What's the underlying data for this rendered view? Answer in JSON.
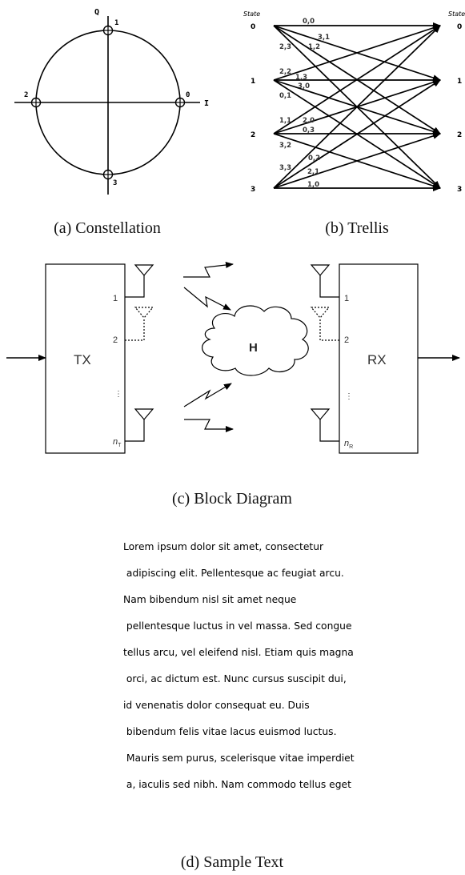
{
  "figure": {
    "constellation": {
      "axis_q": "Q",
      "axis_i": "I",
      "points": [
        "1",
        "2",
        "0",
        "3"
      ],
      "caption": "(a) Constellation"
    },
    "trellis": {
      "state_header": "State",
      "states": [
        "0",
        "1",
        "2",
        "3"
      ],
      "labels": [
        "0,0",
        "3,1",
        "2,3",
        "1,2",
        "2,2",
        "1,3",
        "3,0",
        "0,1",
        "1,1",
        "2,0",
        "0,3",
        "3,2",
        "0,2",
        "3,3",
        "2,1",
        "1,0"
      ],
      "caption": "(b) Trellis"
    },
    "block_diagram": {
      "tx_label": "TX",
      "rx_label": "RX",
      "channel_label": "H",
      "antenna_labels": [
        "1",
        "2",
        "⋮"
      ],
      "n_symbol": "n",
      "n_t_sub": "T",
      "n_r_sub": "R",
      "caption": "(c) Block Diagram"
    },
    "sample_text": {
      "lines": [
        "Lorem ipsum dolor sit amet, consectetur",
        " adipiscing elit. Pellentesque ac feugiat arcu.",
        "Nam bibendum nisl sit amet neque",
        " pellentesque luctus in vel massa. Sed congue",
        "tellus arcu, vel eleifend nisl. Etiam quis magna",
        " orci, ac dictum est. Nunc cursus suscipit dui,",
        "id venenatis dolor consequat eu. Duis",
        " bibendum felis vitae lacus euismod luctus.",
        " Mauris sem purus, scelerisque vitae imperdiet",
        " a, iaculis sed nibh. Nam commodo tellus eget"
      ],
      "caption": "(d) Sample Text"
    }
  }
}
